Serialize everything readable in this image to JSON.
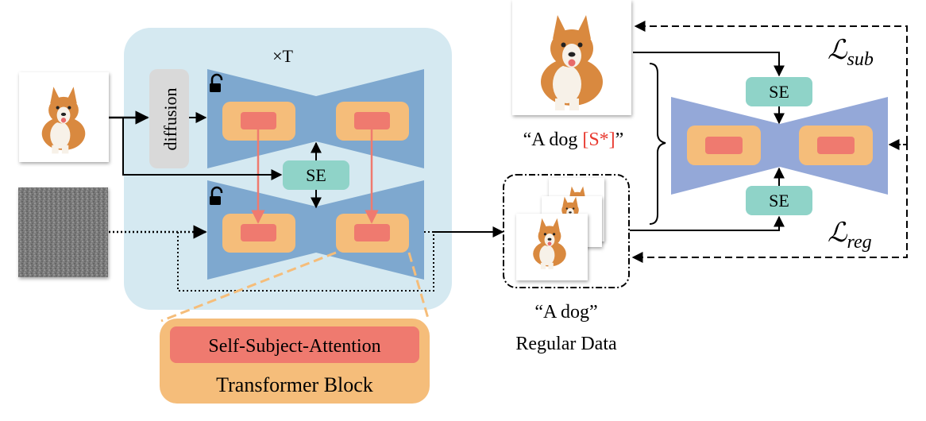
{
  "diagram": {
    "times_label": "×T",
    "diffusion_label": "diffusion",
    "se_label": "SE",
    "prompt_prefix": "“A dog ",
    "prompt_token": "[S*]",
    "prompt_suffix": "”",
    "regular_prompt": "“A dog”",
    "regular_caption": "Regular Data",
    "loss_sub_main": "ℒ",
    "loss_sub_subscript": "sub",
    "loss_reg_main": "ℒ",
    "loss_reg_subscript": "reg",
    "zoom_attention_label": "Self-Subject-Attention",
    "zoom_block_label": "Transformer Block"
  },
  "colors": {
    "panel_bg": "#d5e9f1",
    "unet_blue": "#7ea8cf",
    "unet_purple": "#94a8d8",
    "block_orange": "#f5bd7a",
    "attn_red": "#ef7a6f",
    "se_teal": "#8fd3c8",
    "diffusion_gray": "#d9d9d9",
    "token_red": "#e8392f"
  },
  "icons": [
    "lock-icon",
    "dog-photo",
    "noise-image",
    "arrow-icon"
  ]
}
